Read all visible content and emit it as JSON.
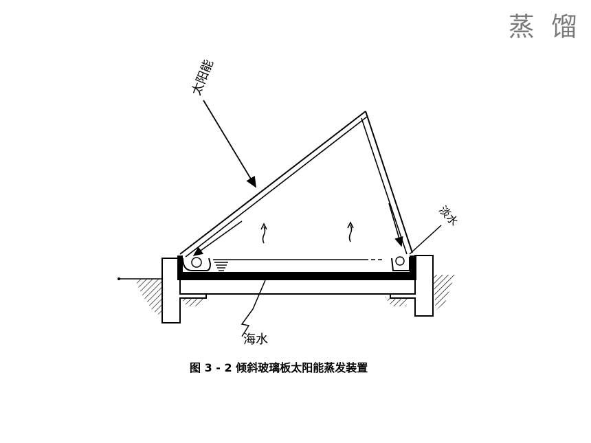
{
  "slide": {
    "title": "蒸 馏"
  },
  "diagram": {
    "labels": {
      "solar": "太阳能",
      "fresh_water": "淡水",
      "sea_water": "海水"
    },
    "caption": "图 3 - 2   倾斜玻璃板太阳能蒸发装置"
  }
}
